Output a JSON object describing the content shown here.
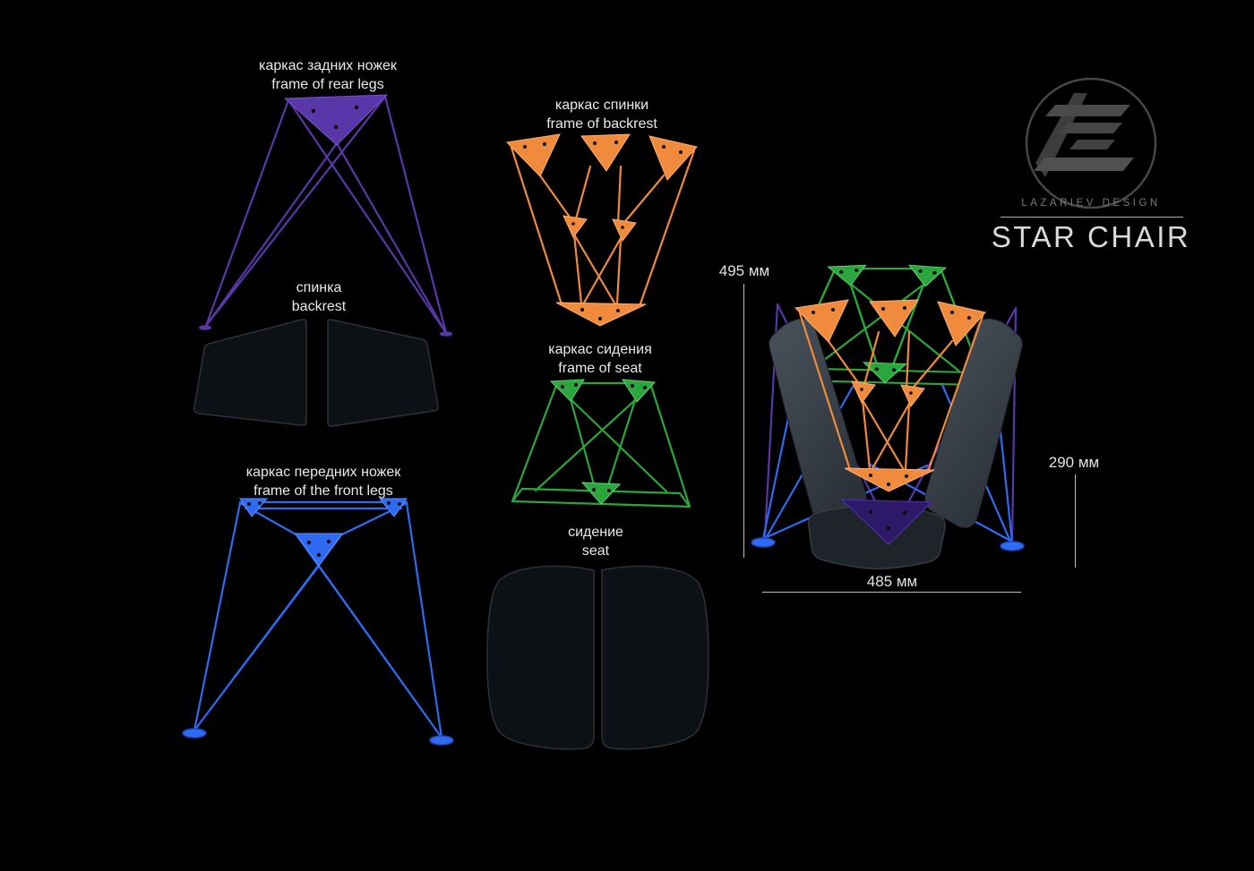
{
  "brand": {
    "company": "LAZARIEV DESIGN",
    "product": "STAR CHAIR"
  },
  "parts": {
    "rear_legs": {
      "label_ru": "каркас задних ножек",
      "label_en": "frame of rear legs"
    },
    "backrest": {
      "label_ru": "спинка",
      "label_en": "backrest"
    },
    "front_legs": {
      "label_ru": "каркас передних ножек",
      "label_en": "frame of the front legs"
    },
    "backrest_frame": {
      "label_ru": "каркас спинки",
      "label_en": "frame of backrest"
    },
    "seat_frame": {
      "label_ru": "каркас сидения",
      "label_en": "frame of seat"
    },
    "seat": {
      "label_ru": "сидение",
      "label_en": "seat"
    }
  },
  "dimensions": {
    "overall_height": "495 мм",
    "backrest_height": "290 мм",
    "overall_width": "485 мм"
  },
  "colors": {
    "rear_legs": "#5a37a8",
    "front_legs": "#2f6af2",
    "backrest_frame": "#f08a3c",
    "seat_frame": "#2aa63c",
    "panel": "#0d1014",
    "assembled_panel": "#3e4750",
    "text": "#e9e9e9",
    "dim_line": "#bdbdbd",
    "logo": "#474747"
  }
}
